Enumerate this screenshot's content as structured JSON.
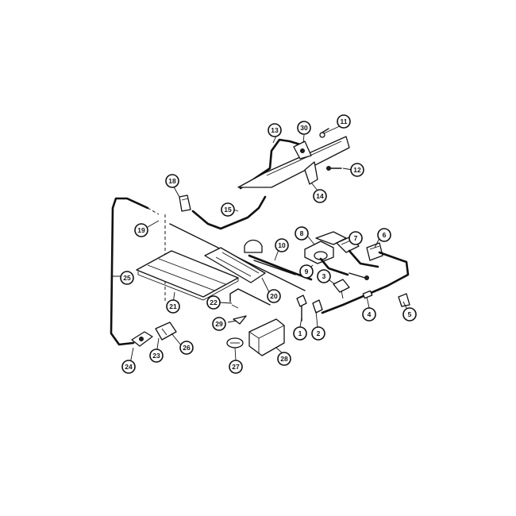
{
  "diagram": {
    "callouts": [
      "1",
      "2",
      "3",
      "4",
      "5",
      "6",
      "7",
      "8",
      "9",
      "10",
      "11",
      "12",
      "13",
      "14",
      "15",
      "18",
      "19",
      "20",
      "21",
      "22",
      "23",
      "24",
      "25",
      "26",
      "27",
      "28",
      "29",
      "30"
    ]
  }
}
